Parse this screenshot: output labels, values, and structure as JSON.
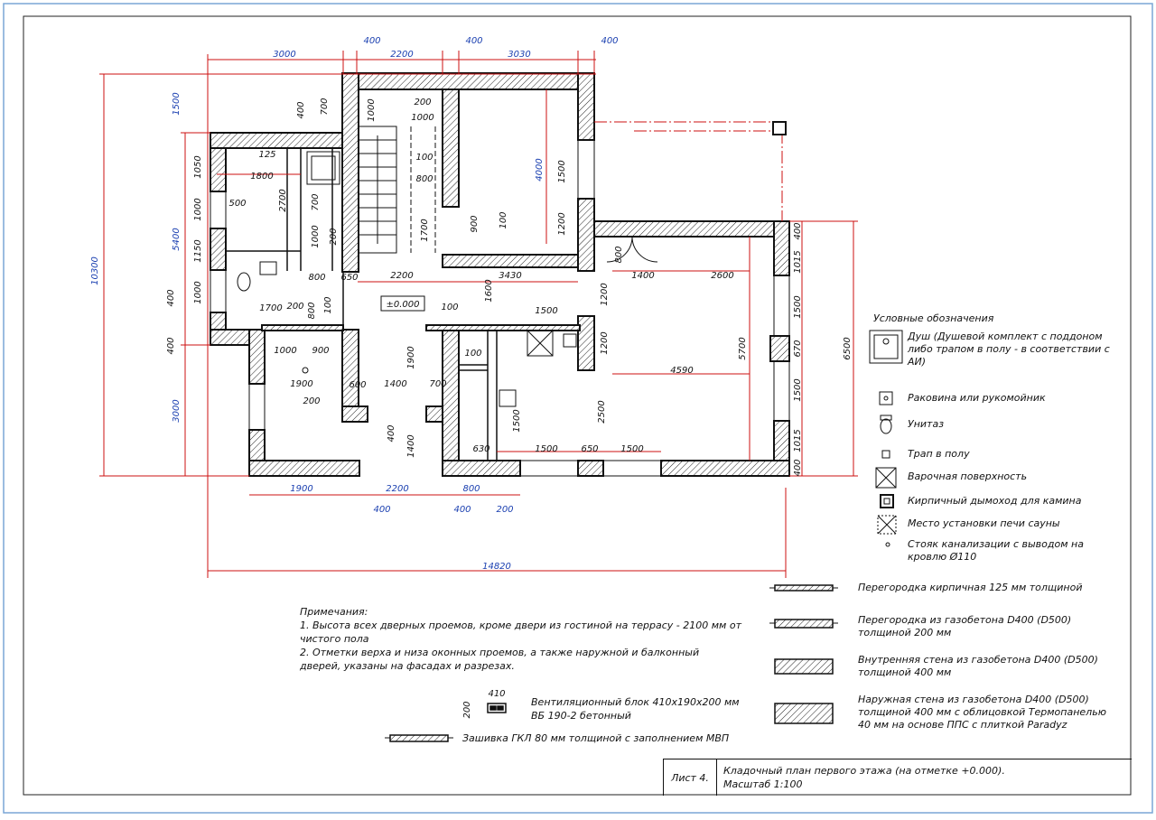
{
  "dims": {
    "top": [
      "3000",
      "400",
      "2200",
      "400",
      "3030",
      "400"
    ],
    "left": [
      "1500",
      "5400",
      "3000",
      "10300",
      "1050",
      "1000",
      "1150",
      "1000",
      "400",
      "400"
    ],
    "inner": [
      "400",
      "700",
      "1000",
      "200",
      "1000",
      "100",
      "800",
      "125",
      "1800",
      "2700",
      "500",
      "700",
      "1000",
      "200",
      "1700",
      "900",
      "100",
      "4000",
      "1500",
      "1200",
      "800",
      "650",
      "2200",
      "3430",
      "1600",
      "1700",
      "200",
      "800",
      "100",
      "1000",
      "900",
      "100",
      "1500",
      "100",
      "1900",
      "600",
      "1400",
      "700",
      "200",
      "1900",
      "400",
      "1400",
      "630",
      "1500",
      "650",
      "1500",
      "2500",
      "1500",
      "1400",
      "2600",
      "800",
      "1200",
      "1200",
      "4590",
      "5700"
    ],
    "right": [
      "400",
      "1015",
      "1500",
      "670",
      "1500",
      "1015",
      "400",
      "6500"
    ],
    "bottom": [
      "1900",
      "2200",
      "800",
      "400",
      "400",
      "200",
      "14820"
    ]
  },
  "level_mark": "±0.000",
  "legend": {
    "title": "Условные обозначения",
    "items": [
      {
        "icon": "shower-icon",
        "text": "Душ (Душевой комплект с поддоном либо трапом в полу - в соответствии с АИ)"
      },
      {
        "icon": "sink-icon",
        "text": "Раковина или рукомойник"
      },
      {
        "icon": "toilet-icon",
        "text": "Унитаз"
      },
      {
        "icon": "floor-drain-icon",
        "text": "Трап в полу"
      },
      {
        "icon": "cooktop-icon",
        "text": "Варочная поверхность"
      },
      {
        "icon": "chimney-icon",
        "text": "Кирпичный дымоход для камина"
      },
      {
        "icon": "sauna-stove-icon",
        "text": "Место установки печи сауны"
      },
      {
        "icon": "sewer-riser-icon",
        "text": "Стояк канализации с выводом на кровлю Ø110"
      }
    ]
  },
  "walls": [
    {
      "text": "Перегородка кирпичная 125 мм толщиной"
    },
    {
      "text": "Перегородка из газобетона D400 (D500) толщиной 200 мм"
    },
    {
      "text": "Внутренняя стена из газобетона D400 (D500) толщиной 400 мм"
    },
    {
      "text": "Наружная стена из газобетона D400 (D500) толщиной 400 мм с облицовкой Термопанелью 40 мм на основе ППС с плиткой Paradyz"
    }
  ],
  "notes": {
    "title": "Примечания:",
    "lines": [
      "1. Высота всех дверных проемов, кроме двери из гостиной на террасу - 2100 мм от чистого пола",
      "2. Отметки верха и низа оконных проемов, а также наружной и балконный дверей, указаны на фасадах и разрезах."
    ]
  },
  "vent_block": {
    "dims": [
      "410",
      "200"
    ],
    "text": "Вентиляционный блок 410х190х200 мм ВБ 190-2 бетонный"
  },
  "gkl": {
    "text": "Зашивка ГКЛ 80 мм толщиной с заполнением МВП"
  },
  "title_block": {
    "sheet": "Лист 4.",
    "title": "Кладочный план первого этажа (на отметке +0.000).",
    "scale": "Масштаб 1:100"
  }
}
